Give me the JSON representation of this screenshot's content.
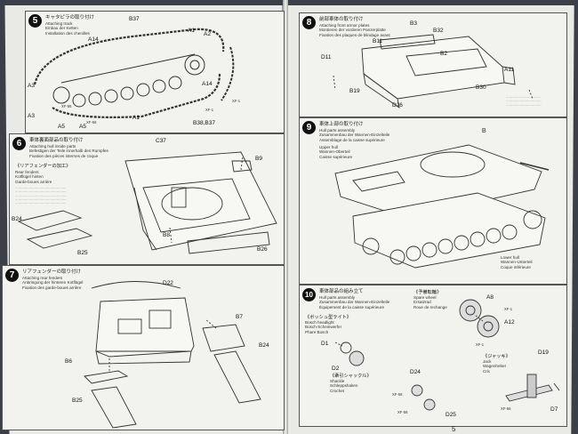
{
  "pages": {
    "left": {
      "page_number": ""
    },
    "right": {
      "page_number": "5"
    }
  },
  "steps": {
    "s5": {
      "number": "5",
      "jp": "キャタピラの取り付け",
      "en": "Attaching track\nEinbau der Ketten\nInstallation des chenilles",
      "labels": [
        "B37",
        "A14",
        "A3",
        "A3",
        "A1",
        "A5",
        "A5",
        "A1",
        "B38,B37",
        "A14",
        "A2"
      ],
      "part_codes": [
        "XF-56",
        "XF-56",
        "XF-1",
        "XF-1"
      ]
    },
    "s6": {
      "number": "6",
      "jp": "車体裏面部品の取り付け",
      "en": "Attaching hull inside parts\nBefestigen der Teile innerhalb des Rumpfes\nFixation des pièces internes de coque",
      "sub_jp": "《リアフェンダーの加工》",
      "sub_en": "Rear fenders\nKotflügel hinten\nGarde-boues arrière",
      "labels": [
        "C37",
        "B9",
        "B24",
        "B25",
        "B8",
        "B26"
      ]
    },
    "s7": {
      "number": "7",
      "jp": "リアフェンダーの取り付け",
      "en": "Attaching rear fenders\nAnbringung der hinteren Kotflügel\nFixation des garde-boues arrière",
      "labels": [
        "D22",
        "B7",
        "B6",
        "B24",
        "B25"
      ]
    },
    "s8": {
      "number": "8",
      "jp": "前部車体の取り付け",
      "en": "Attaching front armor plates\nMontieren der vorderen Panzerplatte\nFixation des plaques de blindage avant",
      "labels": [
        "B3",
        "B32",
        "B11",
        "B2",
        "D11",
        "A11",
        "B19",
        "B30",
        "D26"
      ]
    },
    "s9": {
      "number": "9",
      "jp": "車体上部の取り付け",
      "en": "Hull parts assembly\nZusammenbau der Wannen-Einzelteile\nAssemblage de la caisse supérieure",
      "upper_hull": "Upper hull\nWannen-Oberteil\nCaisse supérieure",
      "lower_hull": "Lower hull\nWannen-Unterteil\nCoque inférieure",
      "labels": [
        "Ｂ",
        "B"
      ]
    },
    "s10": {
      "number": "10",
      "jp": "車体部品の組み立て",
      "en": "Hull parts assembly\nZusammenbau der Wannen-Einzelteile\nÉquipement de la caisse supérieure",
      "bosch_jp": "《ボッシュ型ライト》",
      "bosch_en": "Bosch headlight\nBosch-Scheinwerfer\nPhare Bosch",
      "spare_jp": "《予備転輪》",
      "spare_en": "Spare wheel\nErsatzrad\nRoue de rechange",
      "shackle_jp": "《牽引シャックル》",
      "shackle_en": "Shackle\nSchleppshaken\nCrochet",
      "jack_jp": "《ジャッキ》",
      "jack_en": "Jack\nWagenheber\nCric",
      "labels": [
        "A8",
        "A12",
        "D1",
        "D2",
        "D24",
        "D25",
        "D19",
        "D7"
      ],
      "part_codes": [
        "XF-1",
        "XF-1",
        "XF-56",
        "XF-56",
        "XF-56"
      ]
    }
  }
}
